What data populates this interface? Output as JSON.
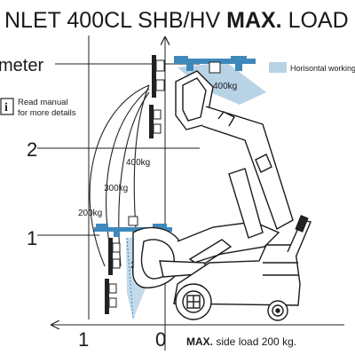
{
  "header": {
    "title_prefix": "NLET 400CL SHB/HV",
    "title_emphasis": "MAX.",
    "title_suffix": "LOAD kg."
  },
  "axis": {
    "unit_label": "meter",
    "y_labels": [
      "2",
      "1"
    ],
    "x_labels": [
      "1",
      "0"
    ]
  },
  "legend": {
    "label": "Horisontal working",
    "color": "#b9d3e6"
  },
  "note": {
    "icon": "info-icon",
    "glyph": "i",
    "line1": "Read manual",
    "line2": "for more details"
  },
  "loads": {
    "top": "400kg",
    "arc_400": "400kg",
    "arc_300": "300kg",
    "arc_200": "200kg",
    "low": "260kg"
  },
  "footer": {
    "emphasis": "MAX.",
    "text": "side load 200 kg."
  },
  "colors": {
    "machine_line": "#1a1a1a",
    "gripper_blue": "#3f88bb",
    "zone_blue": "#b9d3e6"
  }
}
